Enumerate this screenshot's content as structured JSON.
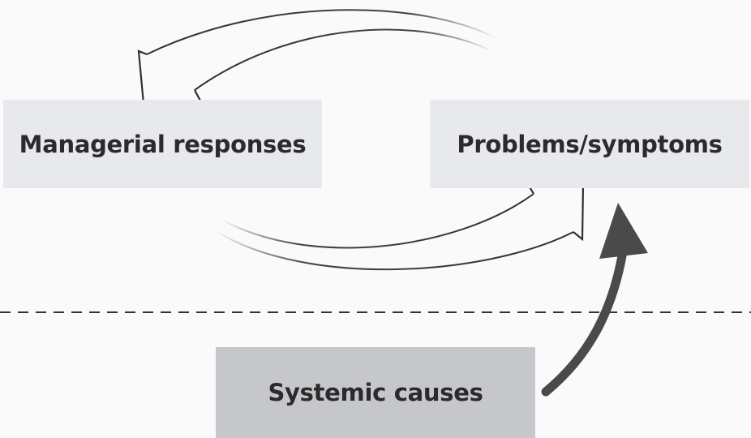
{
  "diagram": {
    "nodes": {
      "managerial": "Managerial responses",
      "problems": "Problems/symptoms",
      "systemic": "Systemic causes"
    }
  },
  "colors": {
    "background": "#fafafb",
    "box_light": "#e8e9ec",
    "box_dark": "#c6c7cb",
    "text": "#2b2b2b",
    "arrow_outline": "#2f2f2f",
    "arrow_solid": "#4a4a4a",
    "divider": "#333333"
  }
}
